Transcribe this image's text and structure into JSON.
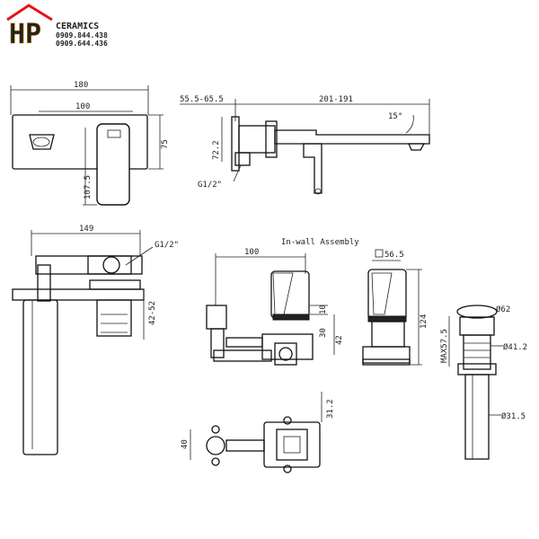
{
  "brand": {
    "logo_text": "HP",
    "tagline": "CERAMICS",
    "phones": [
      "0909.844.438",
      "0909.644.436"
    ],
    "colors": {
      "orange": "#f5a20a",
      "red": "#e0161b",
      "line": "#111111"
    }
  },
  "top_view": {
    "dim_overall_width": "180",
    "dim_inner_width": "100",
    "dim_height": "75",
    "dim_lower": "107.5"
  },
  "side_view": {
    "dim_wall_depth": "55.5-65.5",
    "dim_spout_reach": "201-191",
    "dim_angle": "15°",
    "dim_height": "72.2",
    "thread_label": "G1/2\""
  },
  "front_view": {
    "dim_width": "149",
    "thread_label": "G1/2\"",
    "dim_depth": "42-52"
  },
  "in_wall": {
    "title": "In-wall Assembly",
    "dim_width": "100",
    "dim_10": "10",
    "dim_30": "30",
    "dim_42": "42",
    "dim_56_5": "56.5",
    "dim_124": "124",
    "dim_31_2": "31.2",
    "dim_40": "40"
  },
  "drain": {
    "dim_top_dia": "Ø62",
    "dim_mid_dia": "Ø41.2",
    "dim_low_dia": "Ø31.5",
    "dim_max": "MAX57.5"
  }
}
